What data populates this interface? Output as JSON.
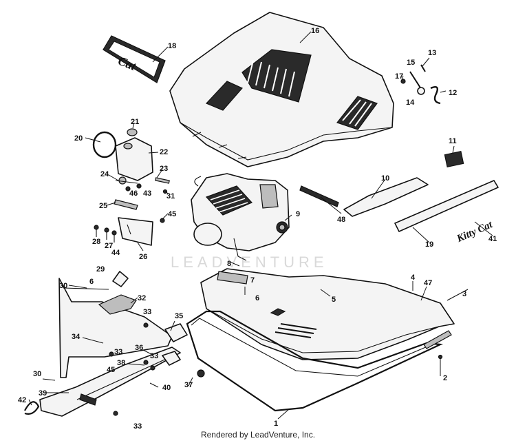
{
  "watermark": "LEADVENTURE",
  "credit": "Rendered by LeadVenture, Inc.",
  "decals": {
    "hood_emblem": "Cat",
    "side_stripe": "Kitty Cat"
  },
  "callouts": [
    "1",
    "2",
    "3",
    "4",
    "5",
    "6",
    "6",
    "7",
    "8",
    "9",
    "10",
    "11",
    "12",
    "13",
    "14",
    "15",
    "16",
    "17",
    "18",
    "19",
    "20",
    "21",
    "22",
    "23",
    "24",
    "25",
    "26",
    "27",
    "28",
    "29",
    "30",
    "30",
    "31",
    "32",
    "33",
    "33",
    "33",
    "33",
    "34",
    "35",
    "36",
    "37",
    "38",
    "39",
    "40",
    "41",
    "42",
    "43",
    "44",
    "45",
    "45",
    "46",
    "47",
    "48"
  ]
}
